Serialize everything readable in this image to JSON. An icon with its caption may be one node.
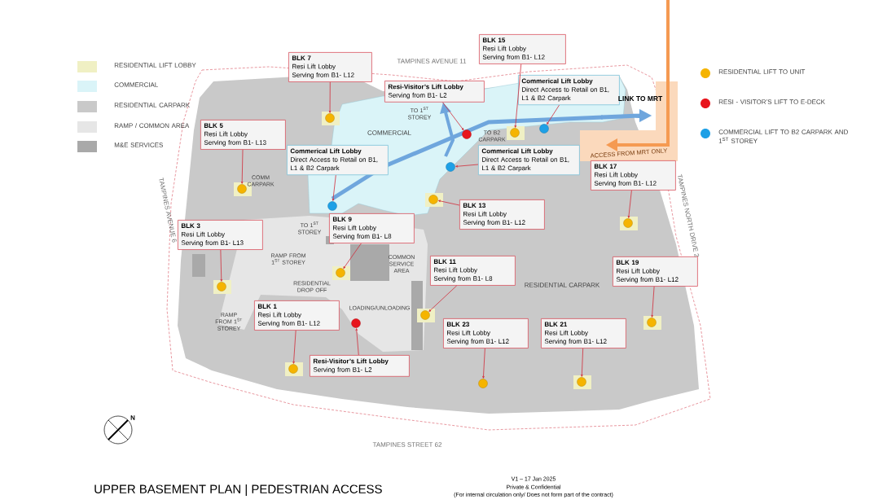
{
  "diagram": {
    "title": "UPPER BASEMENT PLAN | PEDESTRIAN ACCESS",
    "nodes": [
      {
        "text": [
          "BLK 7",
          "Resi Lift Lobby",
          "Serving from B1- L12"
        ]
      },
      {
        "text": [
          "BLK 15",
          "Resi Lift Lobby",
          "Serving from B1- L12"
        ]
      },
      {
        "text": [
          "Resi-Visitor’s Lift Lobby",
          "Serving from B1- L2"
        ]
      },
      {
        "text": [
          "Commerical Lift Lobby",
          "Direct Access to Retail on B1, L1 & B2 Carpark"
        ]
      },
      {
        "text": [
          "BLK 5",
          "Resi Lift Lobby",
          "Serving from B1- L13"
        ]
      },
      {
        "text": [
          "Commerical Lift Lobby",
          "Direct Access to Retail on B1, L1 & B2 Carpark"
        ]
      },
      {
        "text": [
          "Commerical Lift Lobby",
          "Direct Access to Retail on B1, L1 & B2 Carpark"
        ]
      },
      {
        "text": [
          "BLK 17",
          "Resi Lift Lobby",
          "Serving from B1- L12"
        ]
      },
      {
        "text": [
          "BLK 13",
          "Resi Lift Lobby",
          "Serving from B1- L12"
        ]
      },
      {
        "text": [
          "BLK 3",
          "Resi Lift Lobby",
          "Serving from B1- L13"
        ]
      },
      {
        "text": [
          "BLK 9",
          "Resi Lift Lobby",
          "Serving from B1- L8"
        ]
      },
      {
        "text": [
          "BLK 11",
          "Resi Lift Lobby",
          "Serving from B1- L8"
        ]
      },
      {
        "text": [
          "BLK 19",
          "Resi Lift Lobby",
          "Serving from B1- L12"
        ]
      },
      {
        "text": [
          "BLK 1",
          "Resi Lift Lobby",
          "Serving from B1- L12"
        ]
      },
      {
        "text": [
          "Resi-Visitor’s Lift Lobby",
          "Serving from B1- L2"
        ]
      },
      {
        "text": [
          "BLK 23",
          "Resi Lift Lobby",
          "Serving from B1- L12"
        ]
      },
      {
        "text": [
          "BLK 21",
          "Resi Lift Lobby",
          "Serving from B1- L12"
        ]
      },
      {
        "text": [],
        "shape": "circle"
      },
      {
        "text": [],
        "shape": "circle"
      },
      {
        "text": [],
        "shape": "circle"
      },
      {
        "text": [],
        "shape": "circle"
      },
      {
        "text": [],
        "shape": "circle"
      },
      {
        "text": [],
        "shape": "circle"
      },
      {
        "text": [],
        "shape": "circle"
      },
      {
        "text": [],
        "shape": "circle"
      },
      {
        "text": [],
        "shape": "circle"
      },
      {
        "text": [],
        "shape": "circle"
      },
      {
        "text": [],
        "shape": "circle"
      },
      {
        "text": [],
        "shape": "circle"
      },
      {
        "text": [],
        "shape": "circle"
      },
      {
        "text": [],
        "shape": "circle"
      },
      {
        "text": [],
        "shape": "circle"
      },
      {
        "text": [],
        "shape": "circle"
      },
      {
        "text": [],
        "shape": "circle"
      }
    ],
    "edges": [
      {
        "from": 0,
        "to": 17,
        "arrow": "to"
      },
      {
        "from": 1,
        "to": 19,
        "arrow": "to"
      },
      {
        "from": 2,
        "to": 20,
        "arrow": "to"
      },
      {
        "from": 3,
        "to": 18,
        "arrow": "to"
      },
      {
        "from": 4,
        "to": 22,
        "arrow": "to"
      },
      {
        "from": 5,
        "to": 24,
        "arrow": "to"
      },
      {
        "from": 6,
        "to": 21,
        "arrow": "to"
      },
      {
        "from": 7,
        "to": 25,
        "arrow": "to"
      },
      {
        "from": 8,
        "to": 23,
        "arrow": "to"
      },
      {
        "from": 9,
        "to": 27,
        "arrow": "to"
      },
      {
        "from": 10,
        "to": 26,
        "arrow": "to"
      },
      {
        "from": 11,
        "to": 28,
        "arrow": "to"
      },
      {
        "from": 12,
        "to": 29,
        "arrow": "to"
      },
      {
        "from": 13,
        "to": 31,
        "arrow": "to"
      },
      {
        "from": 14,
        "to": 30,
        "arrow": "to"
      },
      {
        "from": 15,
        "to": 33,
        "arrow": "to"
      },
      {
        "from": 16,
        "to": 32,
        "arrow": "to"
      }
    ],
    "labels": [
      "TAMPINES AVENUE 11",
      "LINK TO MRT",
      "COMMERCIAL",
      "ACCESS FROM MRT ONLY",
      "COMM CARPARK",
      "TAMPINES NORTH DRIVE 2",
      "TAMPINES AVENUE 6",
      "COMMON SERVICE AREA",
      "RESIDENTIAL CARPARK",
      "N",
      "TO 1$^{ST}$ STOREY",
      "TO B2 CARPARK",
      "TO 1$^{ST}$ STOREY",
      "RAMP FROM 1$^{ST}$ STOREY",
      "RESIDENTIAL DROP OFF",
      "RAMP FROM 1$^{ST}$ STOREY",
      "LOADING/UNLOADING",
      "TAMPINES STREET 62",
      "V1 – 17 Jan 2025",
      "Private & Confidential",
      "(For internal circulation only/ Does not form part of the contract)"
    ],
    "legend": [
      {
        "text": "RESIDENTIAL LIFT LOBBY",
        "color": "#f0f0c4"
      },
      {
        "text": "COMMERCIAL",
        "color": "#daf4f8"
      },
      {
        "text": "RESIDENTIAL CARPARK",
        "color": "#c9c9c9"
      },
      {
        "text": "RAMP / COMMON AREA",
        "color": "#e6e6e6"
      },
      {
        "text": "M&E SERVICES",
        "color": "#a9a9a9"
      },
      {
        "text": "RESIDENTIAL LIFT TO UNIT",
        "color": "#f5b400"
      },
      {
        "text": "RESI - VISITOR’S LIFT TO E-DECK",
        "color": "#e8141c"
      },
      {
        "text": "COMMERCIAL LIFT TO B2 CARPARK AND 1$^{ST}$ STOREY",
        "color": "#1ea0e6"
      }
    ]
  }
}
